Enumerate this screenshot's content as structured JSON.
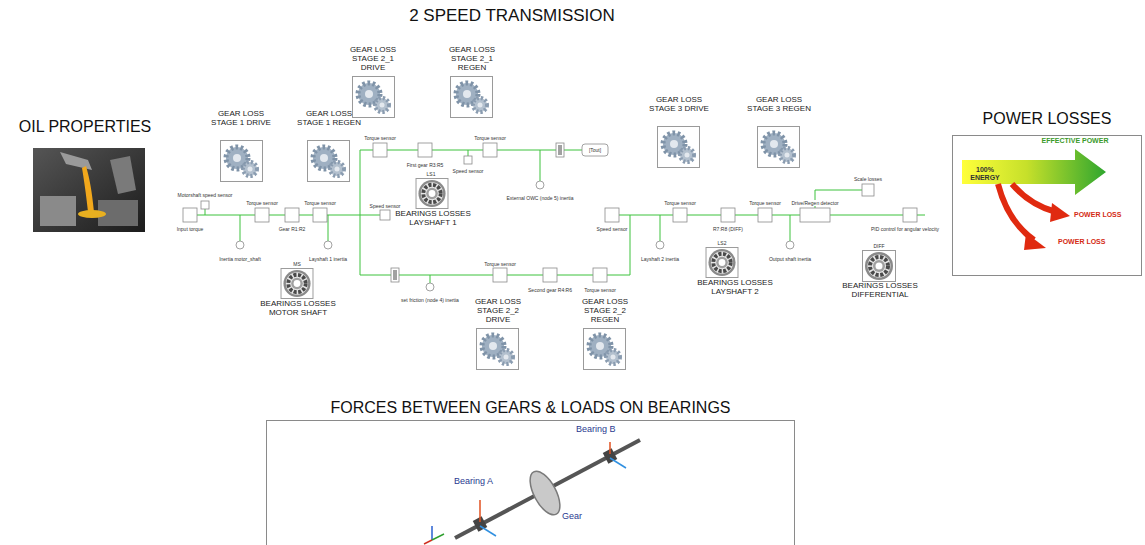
{
  "diagram": {
    "title": "2 SPEED TRANSMISSION",
    "nodes": [
      {
        "text": [
          "OIL PROPERTIES"
        ]
      },
      {
        "text": [
          "GEAR LOSS STAGE 1 DRIVE"
        ]
      },
      {
        "text": [
          "GEAR LOSS STAGE 1 REGEN"
        ]
      },
      {
        "text": [
          "GEAR LOSS STAGE 2_1 DRIVE"
        ]
      },
      {
        "text": [
          "GEAR LOSS STAGE 2_1 REGEN"
        ]
      },
      {
        "text": [
          "BEARINGS LOSSES LAYSHAFT 1"
        ]
      },
      {
        "text": [
          "BEARINGS LOSSES MOTOR SHAFT"
        ]
      },
      {
        "text": [
          "GEAR LOSS STAGE 2_2 DRIVE"
        ]
      },
      {
        "text": [
          "GEAR LOSS STAGE 2_2 REGEN"
        ]
      },
      {
        "text": [
          "GEAR LOSS STAGE 3 DRIVE"
        ]
      },
      {
        "text": [
          "GEAR LOSS STAGE 3 REGEN"
        ]
      },
      {
        "text": [
          "BEARINGS LOSSES LAYSHAFT 2"
        ]
      },
      {
        "text": [
          "BEARINGS LOSSES DIFFERENTIAL"
        ]
      },
      {
        "text": [
          "POWER LOSSES",
          "EFFECTIVE POWER",
          "100% ENERGY",
          "POWER LOSS",
          "POWER LOSS"
        ]
      },
      {
        "text": [
          "FORCES BETWEEN GEARS & LOADS ON BEARINGS",
          "Bearing B",
          "Bearing A",
          "Gear"
        ]
      }
    ],
    "labels": [
      "Motorshaft speed sensor",
      "Input torque",
      "Torque sensor",
      "Gear R1:R2",
      "Inertia motor_shaft",
      "Torque sensor",
      "Layshaft 1 inertia",
      "Speed sensor",
      "Torque sensor",
      "First gear R3:R5",
      "Speed sensor",
      "Torque sensor",
      "External OWC (node 5) inertia",
      "[Tout]",
      "set friction (node 4) inertia",
      "Torque sensor",
      "Second gear R4:R6",
      "Torque sensor",
      "Speed sensor",
      "Torque sensor",
      "Layshaft 2 inertia",
      "R7:R8 (DIFF)",
      "Torque sensor",
      "Output shaft inertia",
      "Drive/Regen detector",
      "Scale losses",
      "PID control for angular velocity",
      "MS",
      "LS1",
      "LS2",
      "DIFF"
    ]
  }
}
